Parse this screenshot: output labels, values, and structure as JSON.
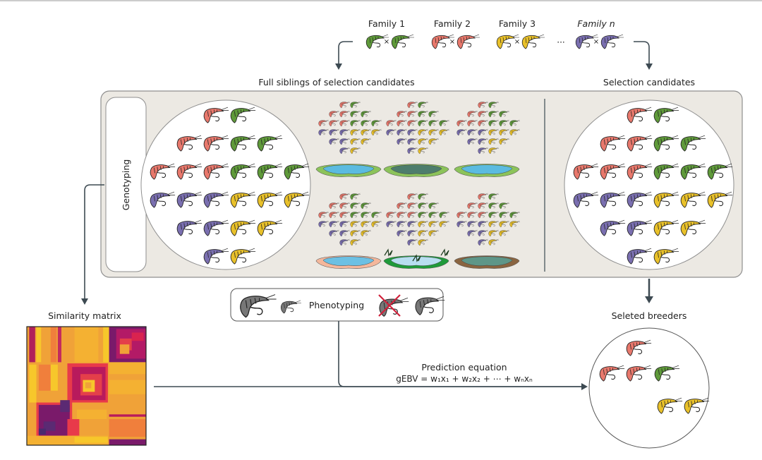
{
  "families": [
    {
      "label": "Family 1",
      "color": "#5f9a3a"
    },
    {
      "label": "Family 2",
      "color": "#e8786c"
    },
    {
      "label": "Family 3",
      "color": "#e9c12a"
    },
    {
      "label": "Family n",
      "color": "#7a6fb0"
    }
  ],
  "cross_symbol": "×",
  "ellipsis": "···",
  "labels": {
    "full_siblings": "Full siblings of selection candidates",
    "selection_candidates": "Selection candidates",
    "genotyping": "Genotyping",
    "similarity_matrix": "Similarity matrix",
    "phenotyping": "Phenotyping",
    "prediction_title": "Prediction equation",
    "prediction_equation": "gEBV = w₁x₁ + w₂x₂ + ⋯ + wₙxₙ",
    "selected_breeders": "Seleted breeders"
  },
  "ponds": [
    {
      "type": "clear-blue",
      "rim": "#8cc35a",
      "water": "#5bbbe0"
    },
    {
      "type": "dark-green",
      "rim": "#8cc35a",
      "water": "#4d7d6c"
    },
    {
      "type": "clear-blue",
      "rim": "#8cc35a",
      "water": "#5bbbe0"
    },
    {
      "type": "sandy",
      "rim": "#f4b79b",
      "water": "#6cc0e3"
    },
    {
      "type": "vegetated",
      "rim": "#1f9a3a",
      "water": "#b7def0"
    },
    {
      "type": "earthen",
      "rim": "#8a6440",
      "water": "#5e9688"
    }
  ],
  "colors": {
    "panel_bg": "#ece9e3",
    "cross_mark": "#d0213b",
    "line": "#3d4a52"
  }
}
